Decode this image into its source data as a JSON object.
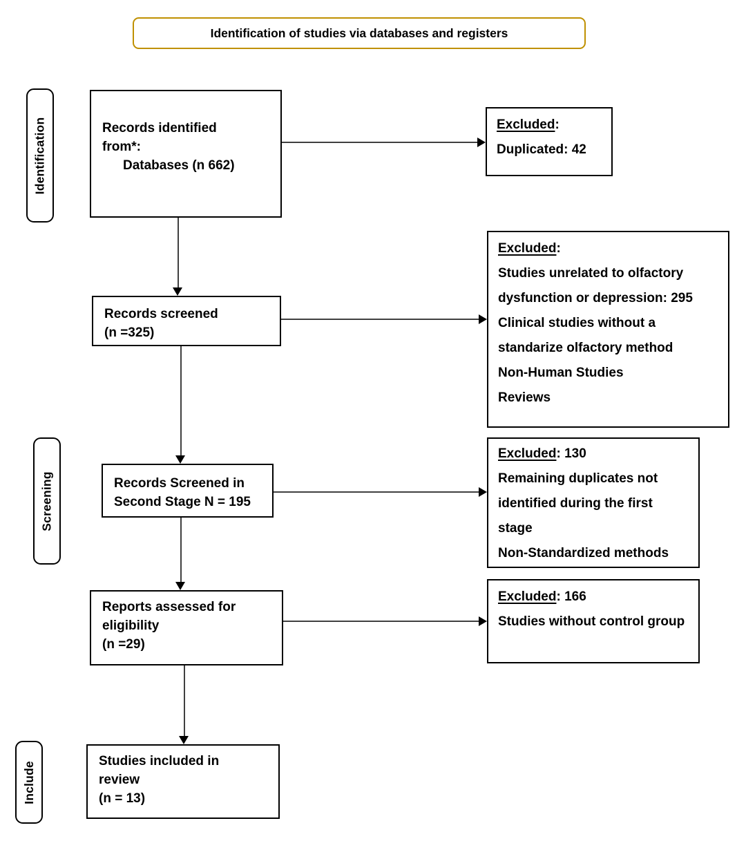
{
  "header": {
    "title": "Identification of studies via databases and registers"
  },
  "side_labels": {
    "identification": "Identification",
    "screening": "Screening",
    "include": "Include"
  },
  "boxes": {
    "records_identified": {
      "lines": [
        "Records identified",
        "from*:",
        "Databases (n 662)"
      ]
    },
    "records_screened": {
      "lines": [
        "Records screened",
        "(n =325)"
      ]
    },
    "second_stage": {
      "lines": [
        "Records Screened in",
        "Second Stage N = 195"
      ]
    },
    "reports_assessed": {
      "lines": [
        "Reports assessed for",
        "eligibility",
        "(n =29)"
      ]
    },
    "included": {
      "lines": [
        "Studies included in",
        "review",
        "(n = 13)"
      ]
    }
  },
  "excluded": {
    "duplicates": {
      "heading": "Excluded",
      "heading_rest": ":",
      "items": [
        "Duplicated: 42"
      ]
    },
    "first_stage": {
      "heading": "Excluded",
      "heading_rest": ":",
      "items": [
        "Studies unrelated to olfactory dysfunction or depression: 295",
        "Clinical studies without a standarize olfactory method",
        "Non-Human Studies",
        "Reviews"
      ]
    },
    "second_stage": {
      "heading": "Excluded",
      "heading_rest": ": 130",
      "items": [
        "Remaining duplicates not identified during the first stage",
        "Non-Standardized methods"
      ]
    },
    "eligibility": {
      "heading": "Excluded",
      "heading_rest": ": 166",
      "items": [
        "Studies without control group"
      ]
    }
  },
  "colors": {
    "accent_border": "#BF9000",
    "box_border": "#000000",
    "arrow_color": "#3F3F3F",
    "text": "#000000",
    "background": "#FFFFFF"
  }
}
